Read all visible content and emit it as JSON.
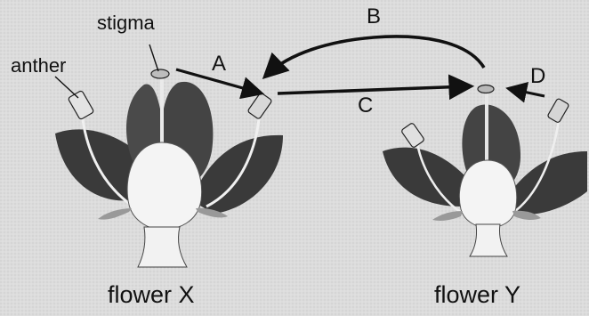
{
  "labels": {
    "stigma": "stigma",
    "anther": "anther",
    "arrow_a": "A",
    "arrow_b": "B",
    "arrow_c": "C",
    "arrow_d": "D"
  },
  "captions": {
    "flower_x": "flower X",
    "flower_y": "flower Y"
  },
  "colors": {
    "background": "#dcdcdc",
    "dark_petal": "#3e3e3e",
    "mid_petal": "#4e4e4e",
    "ovary": "#f2f2f2",
    "arrow": "#111111"
  }
}
